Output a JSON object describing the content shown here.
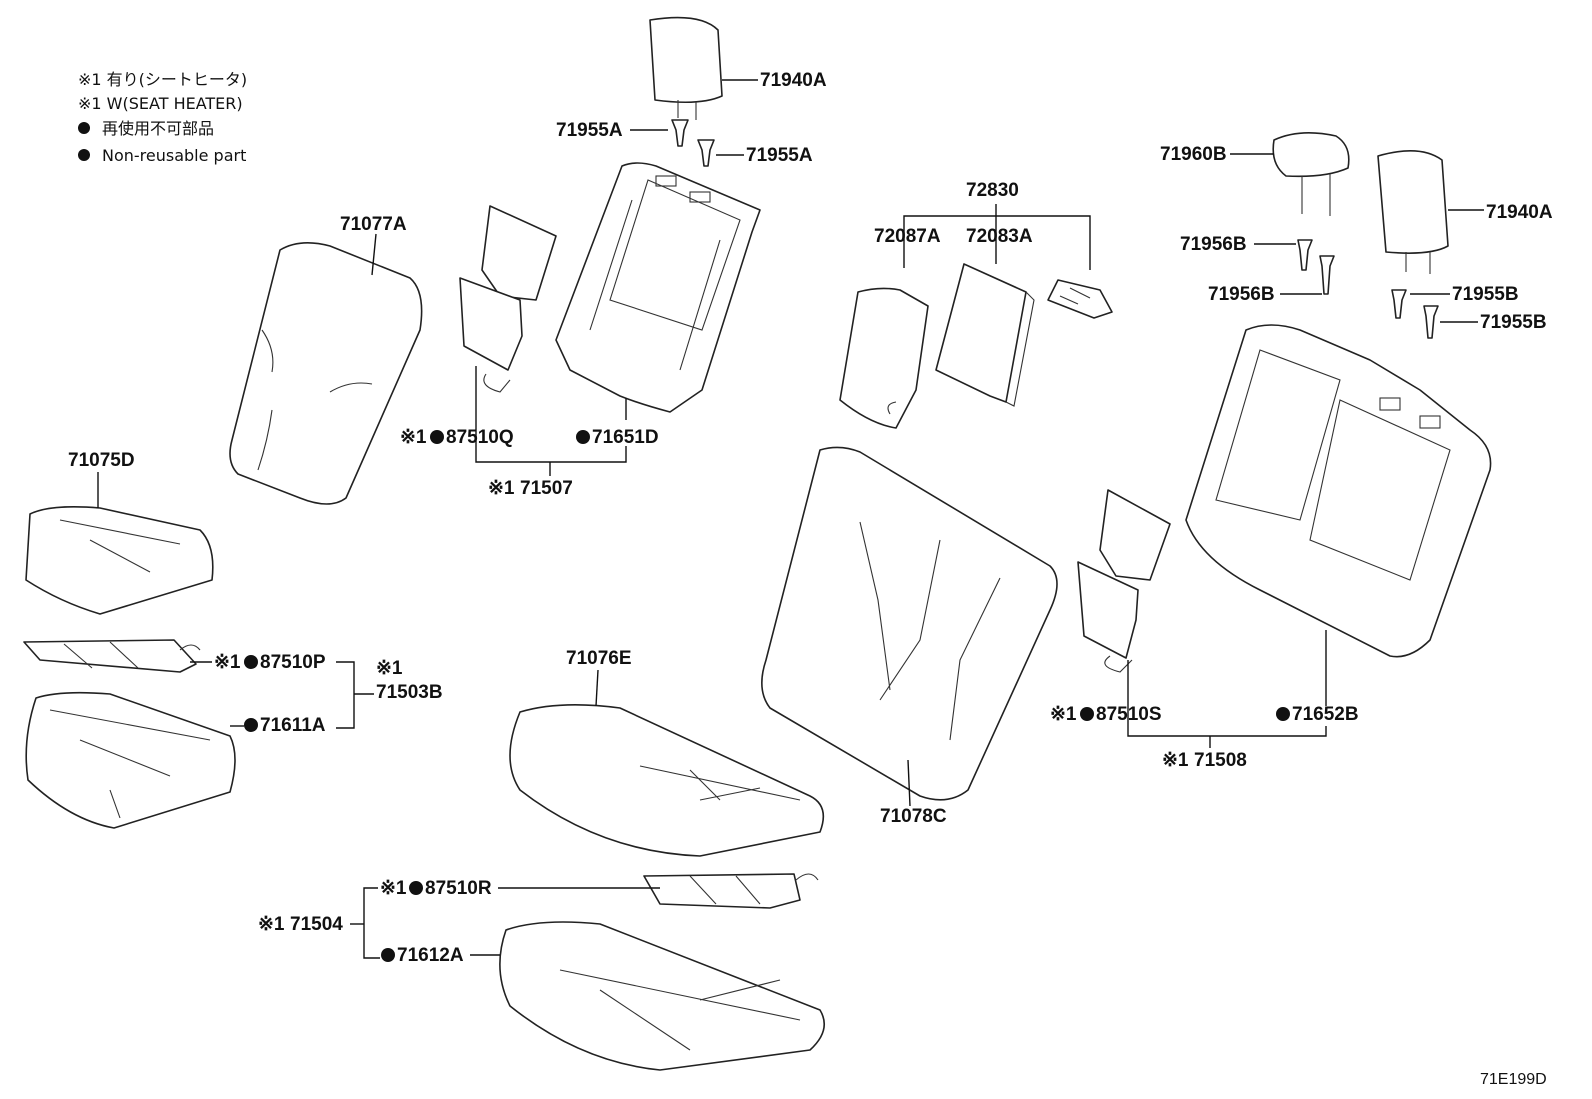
{
  "legend": {
    "line1": "※1 有り(シートヒータ)",
    "line2": "※1 W(SEAT HEATER)",
    "line3": "再使用不可部品",
    "line4": "Non-reusable part"
  },
  "parts": {
    "p71940A_top": "71940A",
    "p71955A_left": "71955A",
    "p71955A_right": "71955A",
    "p71077A": "71077A",
    "p87510Q": "87510Q",
    "p71651D": "71651D",
    "p71507": "71507",
    "p71075D": "71075D",
    "p87510P": "87510P",
    "p71503B": "71503B",
    "p71611A": "71611A",
    "p71076E": "71076E",
    "p87510R": "87510R",
    "p71504": "71504",
    "p71612A": "71612A",
    "p72830": "72830",
    "p72087A": "72087A",
    "p72083A": "72083A",
    "p71078C": "71078C",
    "p71960B": "71960B",
    "p71940A_right": "71940A",
    "p71956B_top": "71956B",
    "p71956B_bottom": "71956B",
    "p71955B_top": "71955B",
    "p71955B_bottom": "71955B",
    "p87510S": "87510S",
    "p71652B": "71652B",
    "p71508": "71508"
  },
  "marks": {
    "heater": "※1",
    "heater_small": "※1"
  },
  "diagram_code": "71E199D"
}
